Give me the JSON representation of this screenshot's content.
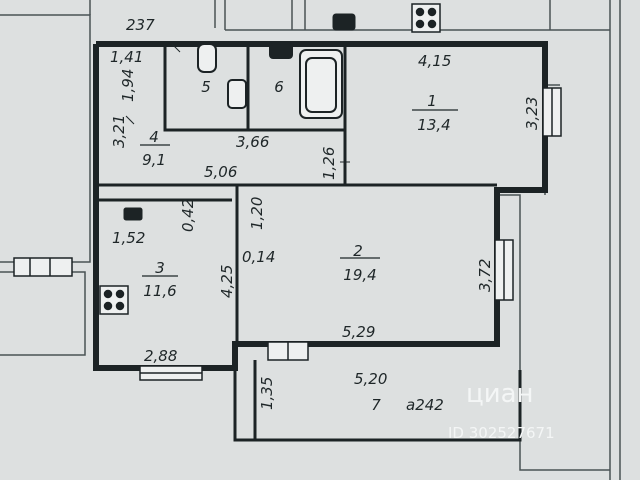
{
  "plan": {
    "top_dimension": "237",
    "rooms": [
      {
        "number": "1",
        "area": "13,4"
      },
      {
        "number": "2",
        "area": "19,4"
      },
      {
        "number": "3",
        "area": "11,6"
      },
      {
        "number": "4",
        "area": "9,1"
      },
      {
        "number": "5",
        "area": ""
      },
      {
        "number": "6",
        "area": ""
      },
      {
        "number": "7",
        "area": ""
      }
    ],
    "dimensions": {
      "d_141": "1,41",
      "d_194": "1,94",
      "d_415": "4,15",
      "d_323": "3,23",
      "d_321": "3,21",
      "d_366": "3,66",
      "d_126": "1,26",
      "d_506": "5,06",
      "d_042": "0,42",
      "d_120": "1,20",
      "d_152": "1,52",
      "d_014": "0,14",
      "d_425": "4,25",
      "d_372": "3,72",
      "d_529": "5,29",
      "d_288": "2,88",
      "d_135": "1,35",
      "d_520": "5,20",
      "balcony_tag": "a242"
    },
    "watermark": {
      "brand": "циан",
      "id": "ID 302527671"
    }
  }
}
